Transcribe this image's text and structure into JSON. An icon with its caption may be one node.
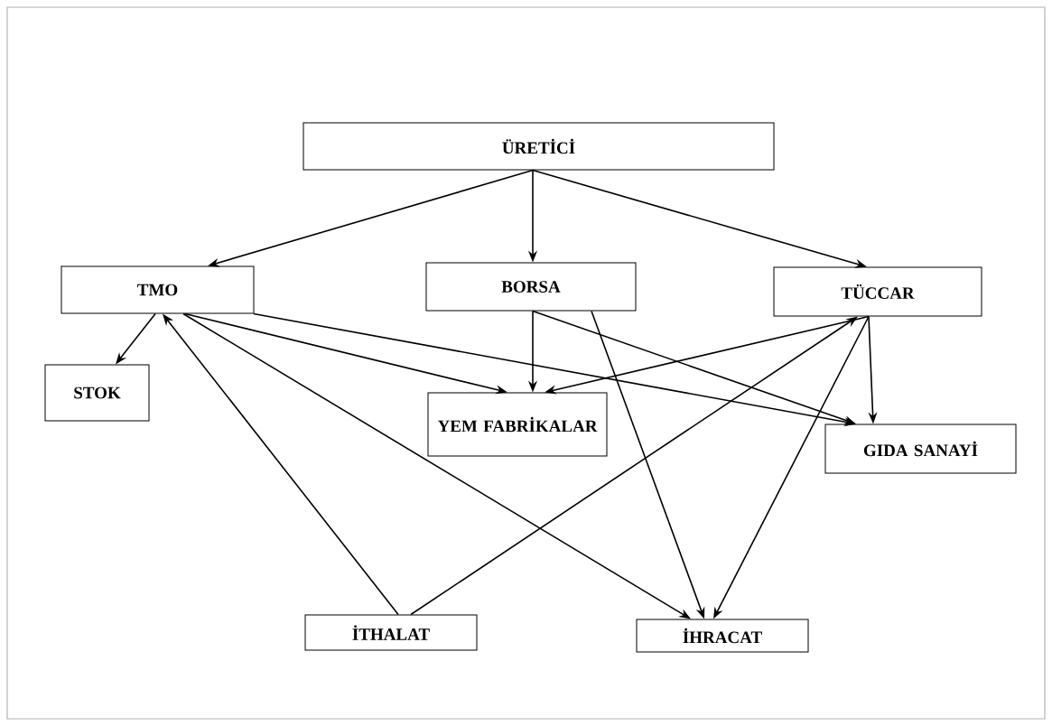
{
  "diagram": {
    "nodes": [
      {
        "text": [
          "ÜRETİCİ"
        ]
      },
      {
        "text": [
          "TMO"
        ]
      },
      {
        "text": [
          "BORSA"
        ]
      },
      {
        "text": [
          "TÜCCAR"
        ]
      },
      {
        "text": [
          "STOK"
        ]
      },
      {
        "text": [
          "YEM FABRİKALAR"
        ]
      },
      {
        "text": [
          "GIDA SANAYİ"
        ]
      },
      {
        "text": [
          "İTHALAT"
        ]
      },
      {
        "text": [
          "İHRACAT"
        ]
      }
    ],
    "edges": [
      {
        "from": 0,
        "to": 1,
        "arrow": "to"
      },
      {
        "from": 0,
        "to": 2,
        "arrow": "to"
      },
      {
        "from": 0,
        "to": 3,
        "arrow": "to"
      },
      {
        "from": 1,
        "to": 4,
        "arrow": "to"
      },
      {
        "from": 1,
        "to": 5,
        "arrow": "to"
      },
      {
        "from": 1,
        "to": 6,
        "arrow": "to"
      },
      {
        "from": 1,
        "to": 8,
        "arrow": "to"
      },
      {
        "from": 7,
        "to": 1,
        "arrow": "to"
      },
      {
        "from": 7,
        "to": 3,
        "arrow": "to"
      },
      {
        "from": 2,
        "to": 5,
        "arrow": "to"
      },
      {
        "from": 2,
        "to": 6,
        "arrow": "to"
      },
      {
        "from": 2,
        "to": 8,
        "arrow": "to"
      },
      {
        "from": 3,
        "to": 5,
        "arrow": "to"
      },
      {
        "from": 3,
        "to": 6,
        "arrow": "to"
      },
      {
        "from": 3,
        "to": 8,
        "arrow": "to"
      }
    ]
  }
}
